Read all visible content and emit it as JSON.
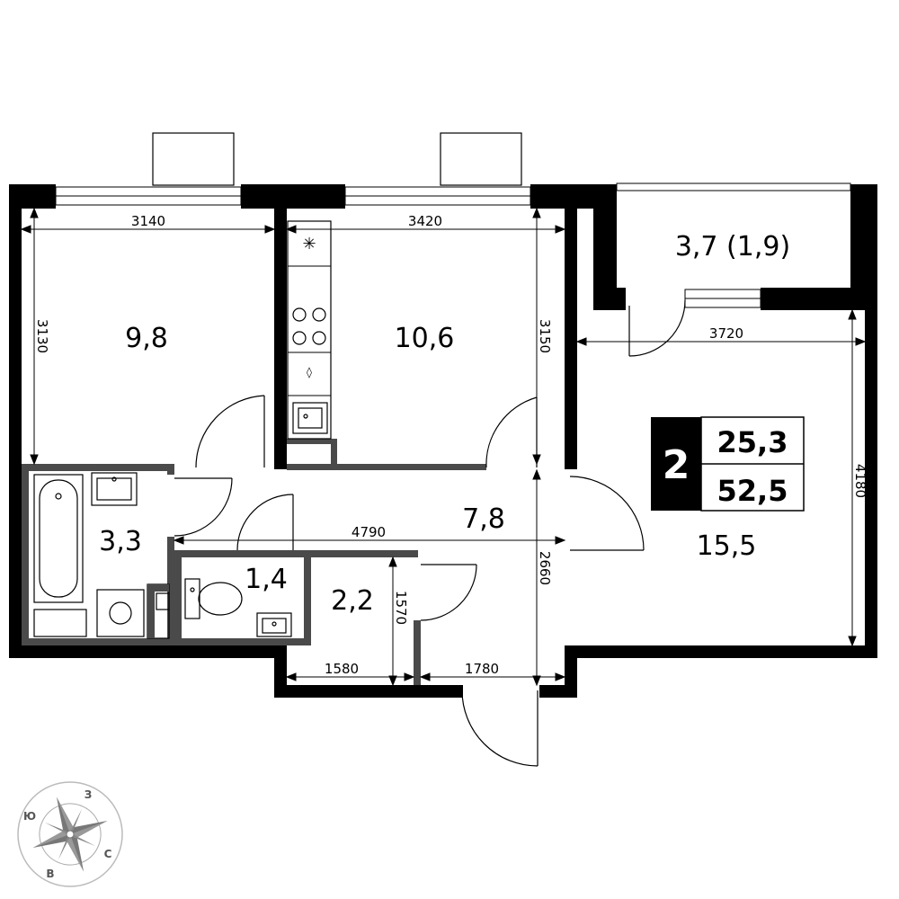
{
  "rooms": [
    {
      "id": "bedroom",
      "area": "9,8"
    },
    {
      "id": "kitchen",
      "area": "10,6"
    },
    {
      "id": "balcony",
      "area": "3,7 (1,9)"
    },
    {
      "id": "living",
      "area": "15,5"
    },
    {
      "id": "hall",
      "area": "7,8"
    },
    {
      "id": "bathroom",
      "area": "3,3"
    },
    {
      "id": "toilet",
      "area": "1,4"
    },
    {
      "id": "storage",
      "area": "2,2"
    }
  ],
  "dimensions": {
    "d3140": "3140",
    "d3420": "3420",
    "d3720": "3720",
    "d3130": "3130",
    "d3150": "3150",
    "d4180": "4180",
    "d4790": "4790",
    "d2660": "2660",
    "d1580": "1580",
    "d1570": "1570",
    "d1780": "1780"
  },
  "summary": {
    "rooms_count": "2",
    "living_area": "25,3",
    "total_area": "52,5"
  },
  "compass": {
    "north": "З",
    "east": "С",
    "south": "В",
    "west": "Ю"
  },
  "colors": {
    "wall": "#000000",
    "interior_wall": "#4a4a4a",
    "badge_dark": "#000000"
  }
}
